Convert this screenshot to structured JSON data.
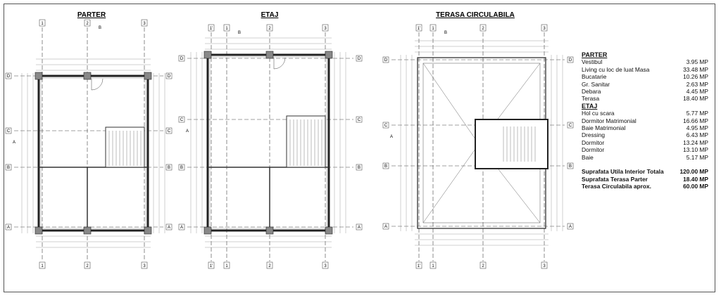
{
  "plans": {
    "parter": {
      "title": "PARTER",
      "grid_x": [
        "1",
        "2",
        "3"
      ],
      "grid_y": [
        "D",
        "C",
        "B",
        "A"
      ],
      "section": [
        "B",
        "A"
      ]
    },
    "etaj": {
      "title": "ETAJ",
      "grid_x": [
        "1'",
        "1",
        "2",
        "3"
      ],
      "grid_y": [
        "D",
        "C",
        "B",
        "A"
      ],
      "section": [
        "B",
        "A"
      ]
    },
    "terasa": {
      "title": "TERASA CIRCULABILA",
      "grid_x": [
        "1'",
        "1",
        "2",
        "3"
      ],
      "grid_y": [
        "D",
        "C",
        "B",
        "A"
      ],
      "section": [
        "B",
        "A"
      ]
    }
  },
  "legend": {
    "parter_title": "PARTER",
    "parter": [
      {
        "name": "Vestibul",
        "area": "3.95 MP"
      },
      {
        "name": "Living cu loc de luat Masa",
        "area": "33.48 MP"
      },
      {
        "name": "Bucatarie",
        "area": "10.26 MP"
      },
      {
        "name": "Gr. Sanitar",
        "area": "2.63 MP"
      },
      {
        "name": "Debara",
        "area": "4.45 MP"
      },
      {
        "name": "Terasa",
        "area": "18.40 MP"
      }
    ],
    "etaj_title": "ETAJ",
    "etaj": [
      {
        "name": "Hol cu scara",
        "area": "5.77 MP"
      },
      {
        "name": "Dormitor Matrimonial",
        "area": "16.66 MP"
      },
      {
        "name": "Baie Matrimonial",
        "area": "4.95 MP"
      },
      {
        "name": "Dressing",
        "area": "6.43 MP"
      },
      {
        "name": "Dormitor",
        "area": "13.24 MP"
      },
      {
        "name": "Dormitor",
        "area": "13.10 MP"
      },
      {
        "name": "Baie",
        "area": "5.17 MP"
      }
    ],
    "totals": [
      {
        "name": "Suprafata Utila Interior Totala",
        "area": "120.00 MP"
      },
      {
        "name": "Suprafata Terasa Parter",
        "area": "18.40 MP"
      },
      {
        "name": "Terasa Circulabila aprox.",
        "area": "60.00 MP"
      }
    ]
  }
}
